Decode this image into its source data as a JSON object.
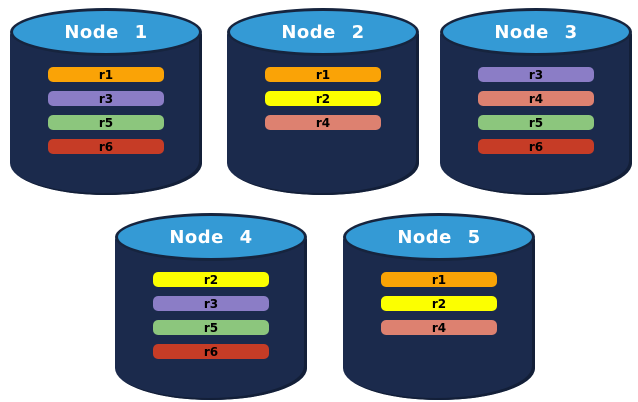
{
  "palette": {
    "background": "#FFFFFF",
    "cylinder_body": "#1B2A4C",
    "cylinder_top_face": "#349AD5",
    "cylinder_outline": "#16243E",
    "node_label_text": "#FFFFFF",
    "replica_label_text": "#000000"
  },
  "replica_colors": {
    "r1": "#FAA306",
    "r2": "#FCFF00",
    "r3": "#8B7DC6",
    "r4": "#DD8170",
    "r5": "#8CC67D",
    "r6": "#C63C26"
  },
  "nodes": [
    {
      "label": "Node 1",
      "replicas": [
        {
          "id": "r1",
          "color": "#FAA306"
        },
        {
          "id": "r3",
          "color": "#8B7DC6"
        },
        {
          "id": "r5",
          "color": "#8CC67D"
        },
        {
          "id": "r6",
          "color": "#C63C26"
        }
      ]
    },
    {
      "label": "Node 2",
      "replicas": [
        {
          "id": "r1",
          "color": "#FAA306"
        },
        {
          "id": "r2",
          "color": "#FCFF00"
        },
        {
          "id": "r4",
          "color": "#DD8170"
        }
      ]
    },
    {
      "label": "Node 3",
      "replicas": [
        {
          "id": "r3",
          "color": "#8B7DC6"
        },
        {
          "id": "r4",
          "color": "#DD8170"
        },
        {
          "id": "r5",
          "color": "#8CC67D"
        },
        {
          "id": "r6",
          "color": "#C63C26"
        }
      ]
    },
    {
      "label": "Node 4",
      "replicas": [
        {
          "id": "r2",
          "color": "#FCFF00"
        },
        {
          "id": "r3",
          "color": "#8B7DC6"
        },
        {
          "id": "r5",
          "color": "#8CC67D"
        },
        {
          "id": "r6",
          "color": "#C63C26"
        }
      ]
    },
    {
      "label": "Node 5",
      "replicas": [
        {
          "id": "r1",
          "color": "#FAA306"
        },
        {
          "id": "r2",
          "color": "#FCFF00"
        },
        {
          "id": "r4",
          "color": "#DD8170"
        }
      ]
    }
  ]
}
